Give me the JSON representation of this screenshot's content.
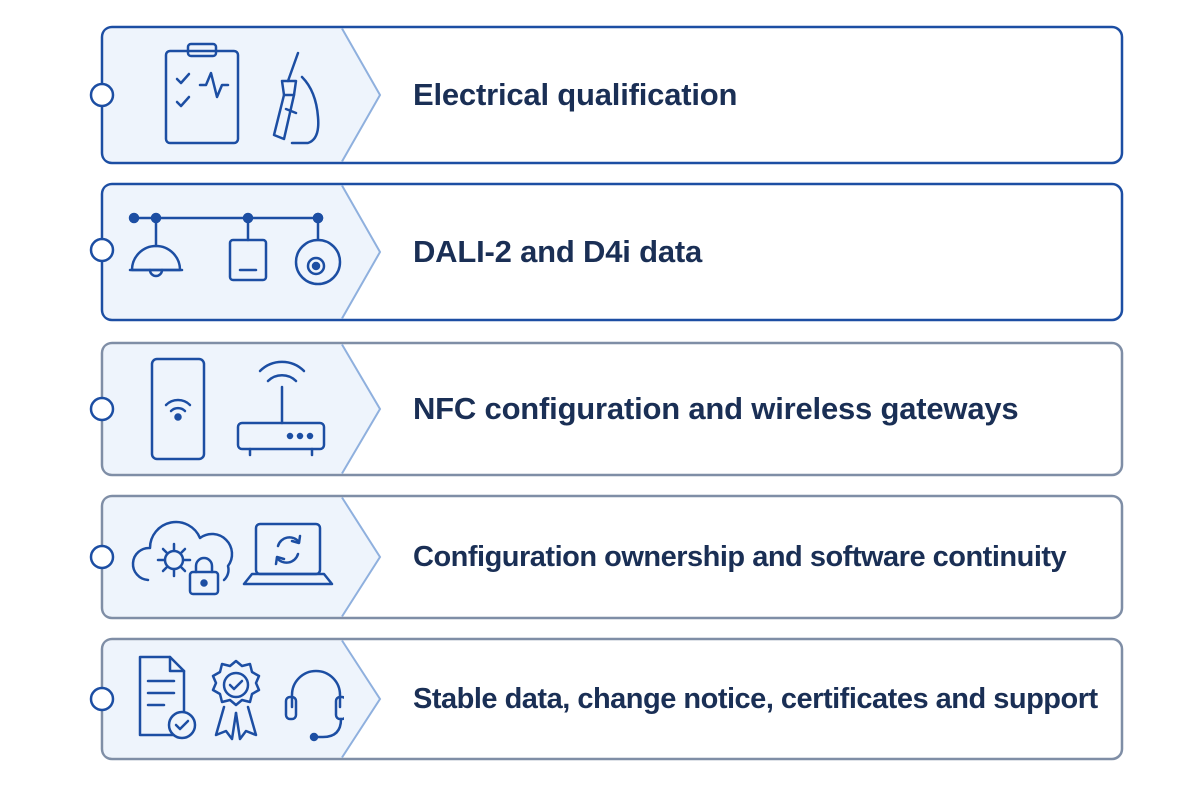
{
  "colors": {
    "panel_fill": "#eef4fc",
    "card_fill": "#ffffff",
    "accent_blue": "#1c4ea3",
    "chevron_light": "#8fb0de",
    "label_text": "#1a2f55",
    "border_gray": "#7f8ea6"
  },
  "rows": [
    {
      "label": "Electrical qualification",
      "icons": [
        "clipboard-checklist-icon",
        "soldering-iron-icon"
      ]
    },
    {
      "label": "DALI-2 and D4i data",
      "icons": [
        "bus-line-icon",
        "ceiling-lamp-icon",
        "control-module-icon",
        "sensor-icon"
      ]
    },
    {
      "label": "NFC configuration and wireless gateways",
      "icons": [
        "smartphone-nfc-icon",
        "wireless-router-icon"
      ]
    },
    {
      "label": "Configuration ownership and software continuity",
      "icons": [
        "cloud-gear-lock-icon",
        "laptop-sync-icon"
      ]
    },
    {
      "label": "Stable data, change notice, certificates and support",
      "icons": [
        "document-check-icon",
        "certificate-badge-icon",
        "headset-icon"
      ]
    }
  ]
}
